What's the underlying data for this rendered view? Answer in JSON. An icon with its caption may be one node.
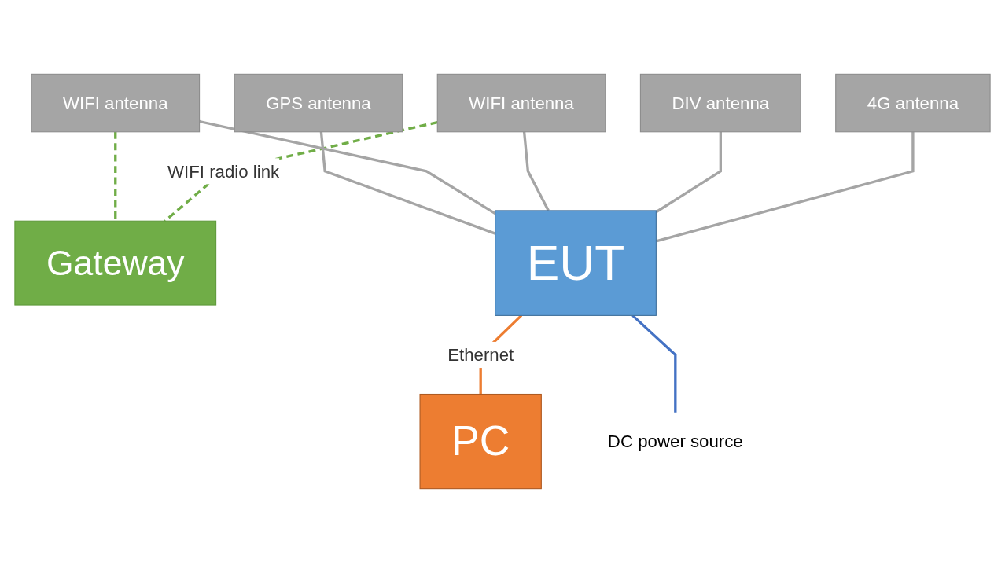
{
  "diagram": {
    "nodes": [
      {
        "text": [
          "Gateway"
        ]
      },
      {
        "text": [
          "4G antenna"
        ]
      },
      {
        "text": [
          "DIV antenna"
        ]
      },
      {
        "text": [
          "WIFI antenna"
        ]
      },
      {
        "text": [
          "WIFI antenna"
        ]
      },
      {
        "text": [
          "GPS antenna"
        ]
      },
      {
        "text": [
          "EUT"
        ]
      },
      {
        "text": [
          "PC"
        ]
      },
      {
        "text": [
          "DC power source"
        ]
      }
    ],
    "edges": [
      {
        "from": 3,
        "to": 0,
        "arrow": "none",
        "label": "WIFI radio link",
        "style": "dashed",
        "color": "#70ad47"
      },
      {
        "from": 4,
        "to": 0,
        "arrow": "none",
        "style": "dashed",
        "color": "#70ad47"
      },
      {
        "from": 1,
        "to": 6,
        "arrow": "none"
      },
      {
        "from": 2,
        "to": 6,
        "arrow": "none"
      },
      {
        "from": 3,
        "to": 6,
        "arrow": "none"
      },
      {
        "from": 4,
        "to": 6,
        "arrow": "none"
      },
      {
        "from": 5,
        "to": 6,
        "arrow": "none"
      },
      {
        "from": 6,
        "to": 7,
        "arrow": "none",
        "label": "Ethernet",
        "color": "#ed7d31"
      },
      {
        "from": 6,
        "to": 8,
        "arrow": "none",
        "color": "#4472c4"
      }
    ]
  }
}
